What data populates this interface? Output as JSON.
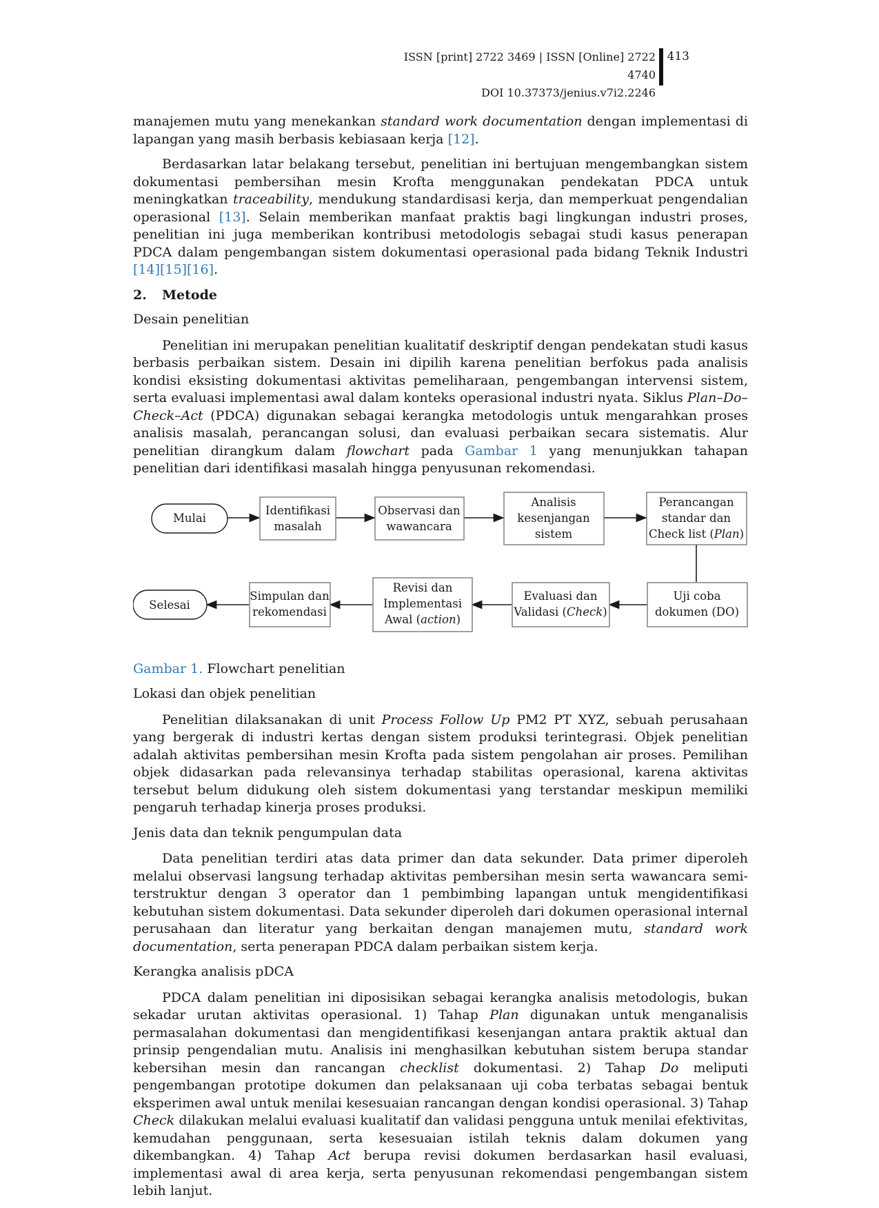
{
  "header": {
    "issn": "ISSN [print] 2722 3469 | ISSN [Online] 2722 4740",
    "doi": "DOI 10.37373/jenius.v7i2.2246",
    "page_number": "413"
  },
  "para1": {
    "a": "manajemen mutu yang menekankan ",
    "b": "standard work documentation",
    "c": " dengan implementasi di lapangan yang masih berbasis kebiasaan kerja ",
    "ref": "[12]",
    "d": "."
  },
  "para2": {
    "a": "Berdasarkan latar belakang tersebut, penelitian ini bertujuan mengembangkan sistem dokumentasi pembersihan mesin Krofta menggunakan pendekatan PDCA untuk meningkatkan ",
    "b": "traceability",
    "c": ", mendukung standardisasi kerja, dan memperkuat pengendalian operasional ",
    "ref1": "[13]",
    "d": ". Selain memberikan manfaat praktis bagi lingkungan industri proses, penelitian ini juga memberikan kontribusi metodologis sebagai studi kasus penerapan PDCA dalam pengembangan sistem dokumentasi operasional pada bidang Teknik Industri ",
    "ref2": "[14][15][16]",
    "e": "."
  },
  "section": {
    "number": "2.",
    "title": "Metode"
  },
  "sub1": "Desain penelitian",
  "para3": {
    "a": "Penelitian ini merupakan penelitian kualitatif deskriptif dengan pendekatan studi kasus berbasis perbaikan sistem. Desain ini dipilih karena penelitian berfokus pada analisis kondisi eksisting dokumentasi aktivitas pemeliharaan, pengembangan intervensi sistem, serta evaluasi implementasi awal dalam konteks operasional industri nyata. Siklus ",
    "b": "Plan–Do–Check–Act",
    "c": " (PDCA) digunakan sebagai kerangka metodologis untuk mengarahkan proses analisis masalah, perancangan solusi, dan evaluasi perbaikan secara sistematis. Alur penelitian dirangkum dalam ",
    "d": "flowchart",
    "e": " pada ",
    "ref": "Gambar 1",
    "f": " yang menunjukkan tahapan penelitian dari identifikasi masalah hingga penyusunan rekomendasi."
  },
  "flowchart": {
    "start": "Mulai",
    "step1": [
      "Identifikasi",
      "masalah"
    ],
    "step2": [
      "Observasi dan",
      "wawancara"
    ],
    "step3": [
      "Analisis",
      "kesenjangan",
      "sistem"
    ],
    "step4": [
      "Perancangan",
      "standar dan",
      "Check list ("
    ],
    "step4_italic": "Plan",
    "step4_end": ")",
    "step5": [
      "Uji coba",
      "dokumen (DO)"
    ],
    "step6": [
      "Evaluasi dan",
      "Validasi ("
    ],
    "step6_italic": "Check",
    "step6_end": ")",
    "step7": [
      "Revisi dan",
      "Implementasi",
      "Awal ("
    ],
    "step7_italic": "action",
    "step7_end": ")",
    "step8": [
      "Simpulan dan",
      "rekomendasi"
    ],
    "end": "Selesai"
  },
  "caption": {
    "label": "Gambar 1.",
    "text": " Flowchart penelitian"
  },
  "sub2": "Lokasi dan objek penelitian",
  "para4": {
    "a": "Penelitian dilaksanakan di unit ",
    "b": "Process Follow Up",
    "c": " PM2 PT XYZ, sebuah perusahaan yang bergerak di industri kertas dengan sistem produksi terintegrasi. Objek penelitian adalah aktivitas pembersihan mesin Krofta pada sistem pengolahan air proses. Pemilihan objek didasarkan pada relevansinya terhadap stabilitas operasional, karena aktivitas tersebut belum didukung oleh sistem dokumentasi yang terstandar meskipun memiliki pengaruh terhadap kinerja proses produksi."
  },
  "sub3": "Jenis data dan teknik pengumpulan data",
  "para5": {
    "a": "Data penelitian terdiri atas data primer dan data sekunder. Data primer diperoleh melalui observasi langsung terhadap aktivitas pembersihan mesin serta wawancara semi-terstruktur dengan 3  operator dan 1 pembimbing lapangan untuk mengidentifikasi kebutuhan sistem dokumentasi. Data sekunder diperoleh dari dokumen operasional internal perusahaan dan literatur yang berkaitan dengan manajemen mutu, ",
    "b": "standard work documentation",
    "c": ", serta penerapan PDCA dalam perbaikan sistem kerja."
  },
  "sub4": "Kerangka analisis pDCA",
  "para6": {
    "a": "PDCA dalam penelitian ini diposisikan sebagai kerangka analisis metodologis, bukan sekadar urutan aktivitas operasional. 1) Tahap ",
    "b": "Plan",
    "c": " digunakan untuk menganalisis permasalahan dokumentasi dan mengidentifikasi kesenjangan antara praktik aktual dan prinsip pengendalian mutu. Analisis ini menghasilkan kebutuhan sistem berupa standar kebersihan mesin dan rancangan ",
    "d": "checklist",
    "e": " dokumentasi. 2) Tahap ",
    "f": "Do",
    "g": " meliputi pengembangan prototipe dokumen dan pelaksanaan uji coba terbatas sebagai bentuk eksperimen awal untuk menilai kesesuaian rancangan dengan kondisi operasional. 3) Tahap ",
    "h": "Check",
    "i": " dilakukan melalui evaluasi kualitatif dan validasi pengguna untuk menilai efektivitas, kemudahan penggunaan, serta kesesuaian istilah teknis dalam dokumen yang dikembangkan. 4) Tahap ",
    "j": "Act",
    "k": " berupa revisi dokumen berdasarkan hasil evaluasi, implementasi awal di area kerja, serta penyusunan rekomendasi pengembangan sistem lebih lanjut."
  }
}
